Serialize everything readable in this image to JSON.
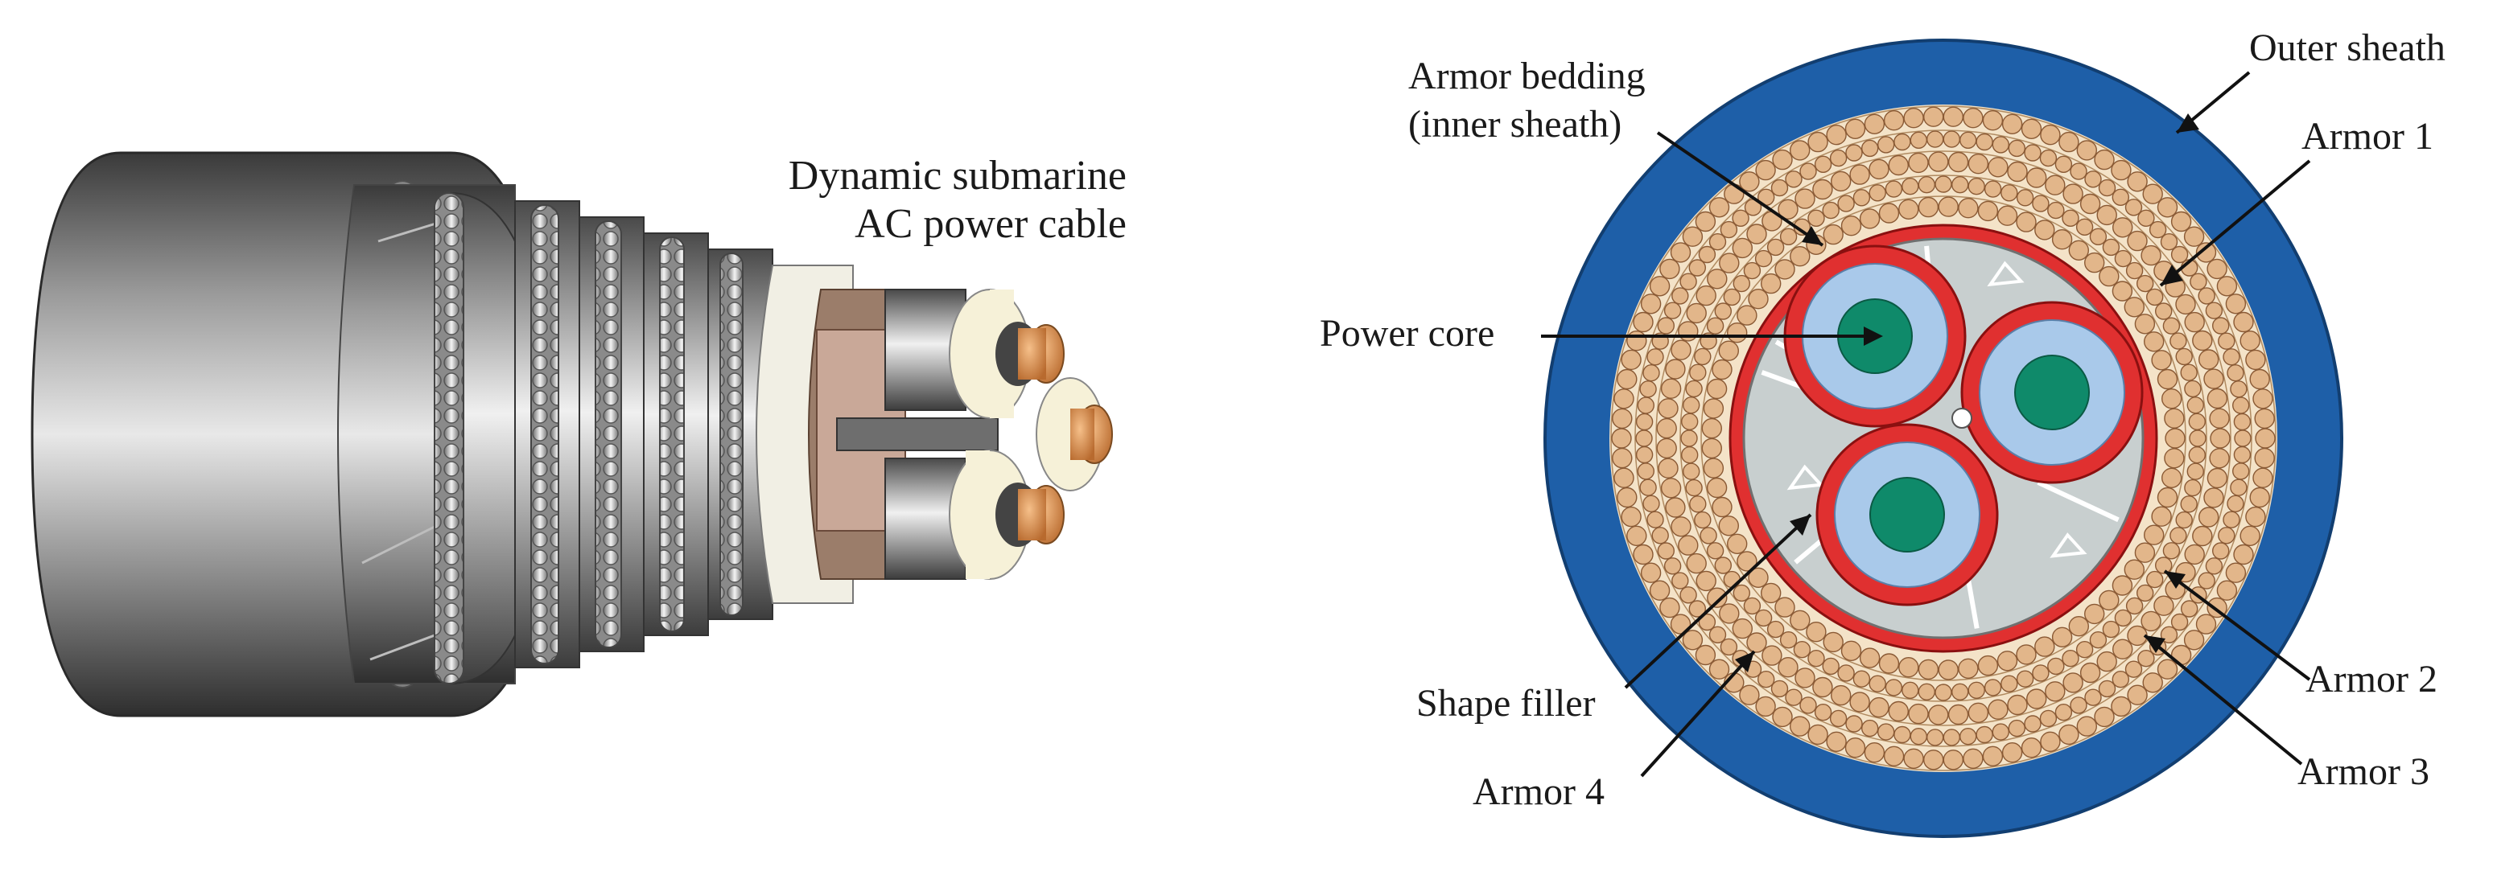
{
  "left_panel": {
    "caption_line1": "Dynamic submarine",
    "caption_line2": "AC power cable"
  },
  "cross_section": {
    "labels": {
      "outer_sheath": "Outer sheath",
      "armor_bedding_line1": "Armor bedding",
      "armor_bedding_line2": "(inner sheath)",
      "armor_1": "Armor 1",
      "power_core": "Power core",
      "armor_2": "Armor 2",
      "shape_filler": "Shape filler",
      "armor_3": "Armor 3",
      "armor_4": "Armor 4"
    }
  },
  "colors": {
    "outer_sheath": "#1e5fa8",
    "armor_wire": "#e2b68a",
    "armor_wire_outline": "#8a5a35",
    "inner_sheath": "#e03030",
    "insulation": "#a9c9ea",
    "conductor": "#0f8a6a",
    "filler": "#c8cfcf",
    "copper": "#d98a4a"
  }
}
